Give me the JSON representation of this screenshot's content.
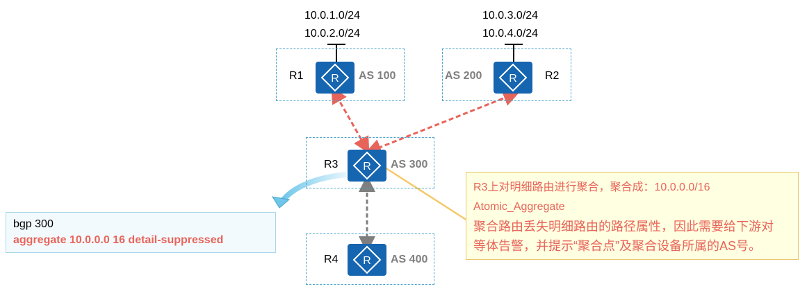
{
  "networks": {
    "r1": [
      "10.0.1.0/24",
      "10.0.2.0/24"
    ],
    "r2": [
      "10.0.3.0/24",
      "10.0.4.0/24"
    ]
  },
  "routers": {
    "r1": {
      "name": "R1",
      "as": "AS 100"
    },
    "r2": {
      "name": "R2",
      "as": "AS 200"
    },
    "r3": {
      "name": "R3",
      "as": "AS 300"
    },
    "r4": {
      "name": "R4",
      "as": "AS 400"
    }
  },
  "router_glyph": "R",
  "config": {
    "line1": "bgp 300",
    "line2": "aggregate 10.0.0.0 16 detail-suppressed"
  },
  "note": {
    "line1": "R3上对明细路由进行聚合，聚合成：10.0.0.0/16",
    "line2": "Atomic_Aggregate",
    "line3": "聚合路由丢失明细路由的路径属性，因此需要给下游对",
    "line4": "等体告警，并提示“聚合点”及聚合设备所属的AS号。"
  },
  "colors": {
    "router_fill": "#1565b0",
    "as_box_border": "#4aa3c8",
    "update_arrow": "#e8645a",
    "peer_link": "#808080",
    "callout_line": "#f5c96a",
    "highlight_text": "#e8645a"
  },
  "icons": {
    "router": "router-icon",
    "curved_arrow": "curved-arrow-icon"
  }
}
